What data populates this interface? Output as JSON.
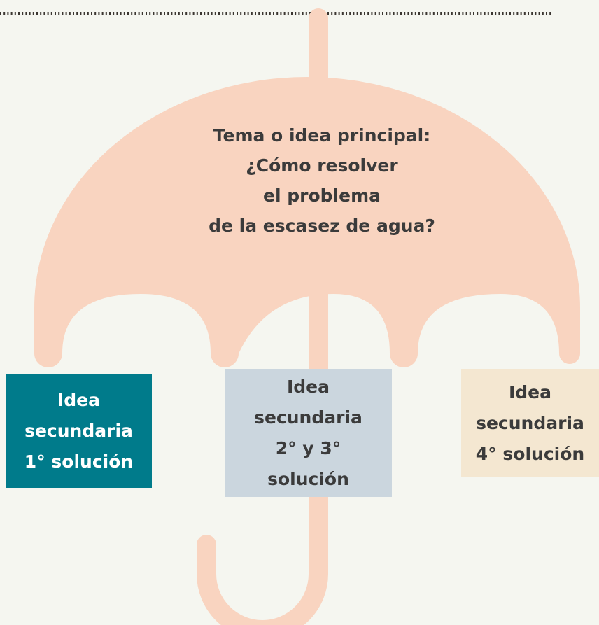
{
  "colors": {
    "background": "#f5f6f0",
    "umbrella": "#f9d4c0",
    "dotted_line": "#3a3530",
    "text_dark": "#3b3b3b",
    "box1_bg": "#007b8b",
    "box1_text": "#ffffff",
    "box2_bg": "#cbd6de",
    "box2_text": "#3b3b3b",
    "box3_bg": "#f4e7d1",
    "box3_text": "#3b3b3b"
  },
  "main_topic": {
    "line1": "Tema o idea principal:",
    "line2": "¿Cómo resolver",
    "line3": "el problema",
    "line4": "de la escasez de agua?"
  },
  "secondary_ideas": [
    {
      "lines": [
        "Idea",
        "secundaria",
        "1° solución"
      ]
    },
    {
      "lines": [
        "Idea",
        "secundaria",
        "2° y 3°",
        "solución"
      ]
    },
    {
      "lines": [
        "Idea",
        "secundaria",
        "4° solución"
      ]
    }
  ]
}
